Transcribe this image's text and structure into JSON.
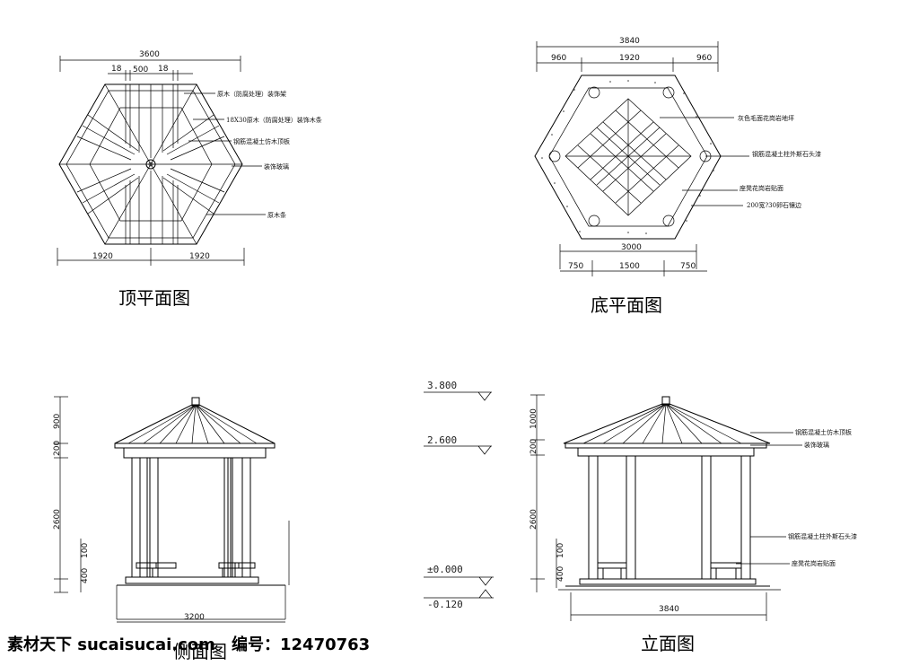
{
  "titles": {
    "top_plan": "顶平面图",
    "bottom_plan": "底平面图",
    "side_elev": "侧面图",
    "front_elev": "立面图"
  },
  "top_plan": {
    "dims": {
      "overall": "3600",
      "a": "18",
      "b": "500",
      "c": "18",
      "left": "1920",
      "right": "1920"
    },
    "notes": [
      "原木（防腐处理）装饰架",
      "18X30原木（防腐处理）装饰木条",
      "钢筋混凝土仿木顶板",
      "装饰玻璃",
      "原木条"
    ]
  },
  "bottom_plan": {
    "dims": {
      "overall": "3840",
      "t1": "960",
      "t2": "1920",
      "t3": "960",
      "bottom": "3000",
      "b1": "750",
      "b2": "1500",
      "b3": "750"
    },
    "notes": [
      "灰色毛面花岗岩地坪",
      "钢筋混凝土柱外斯石头漆",
      "座凳花岗岩贴面",
      "200宽?30卵石镶边"
    ]
  },
  "side_elev": {
    "dims": {
      "v1": "900",
      "v2": "200",
      "v3": "2600",
      "v4": "100",
      "v5": "400",
      "width": "3200"
    }
  },
  "front_elev": {
    "levels": [
      "3.800",
      "2.600",
      "±0.000",
      "-0.120"
    ],
    "dims": {
      "v1": "1000",
      "v2": "200",
      "v3": "2600",
      "v4": "100",
      "v5": "400",
      "width": "3840"
    },
    "notes": [
      "钢筋混凝土仿木顶板",
      "装饰玻璃",
      "钢筋混凝土柱外斯石头漆",
      "座凳花岗岩贴面"
    ]
  },
  "watermark": {
    "left": "素材天下 sucaisucai.com",
    "right": "编号：12470763"
  }
}
